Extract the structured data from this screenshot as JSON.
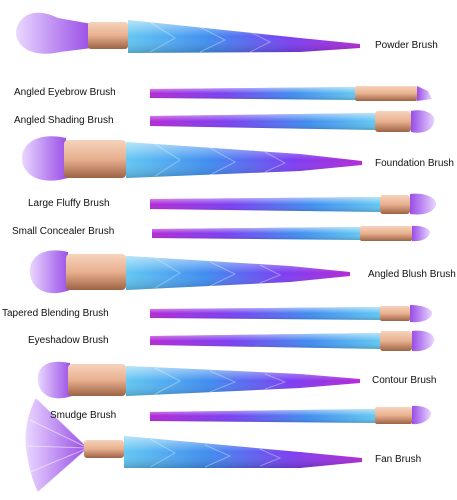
{
  "colors": {
    "handle_purple": "#b32ad6",
    "handle_violet": "#7b3ff2",
    "handle_blue": "#3f8df0",
    "handle_cyan": "#62c7f2",
    "ferrule_peach": "#e8b08f",
    "ferrule_shadow": "#9c6445",
    "bristle_light": "#ead7ff",
    "bristle_purple": "#9a4de6"
  },
  "brushes": [
    {
      "label": "Powder Brush"
    },
    {
      "label": "Angled Eyebrow Brush"
    },
    {
      "label": "Angled Shading Brush"
    },
    {
      "label": "Foundation Brush"
    },
    {
      "label": "Large Fluffy Brush"
    },
    {
      "label": "Small Concealer Brush"
    },
    {
      "label": "Angled Blush Brush"
    },
    {
      "label": "Tapered Blending Brush"
    },
    {
      "label": "Eyeshadow Brush"
    },
    {
      "label": "Contour Brush"
    },
    {
      "label": "Smudge Brush"
    },
    {
      "label": "Fan Brush"
    }
  ]
}
